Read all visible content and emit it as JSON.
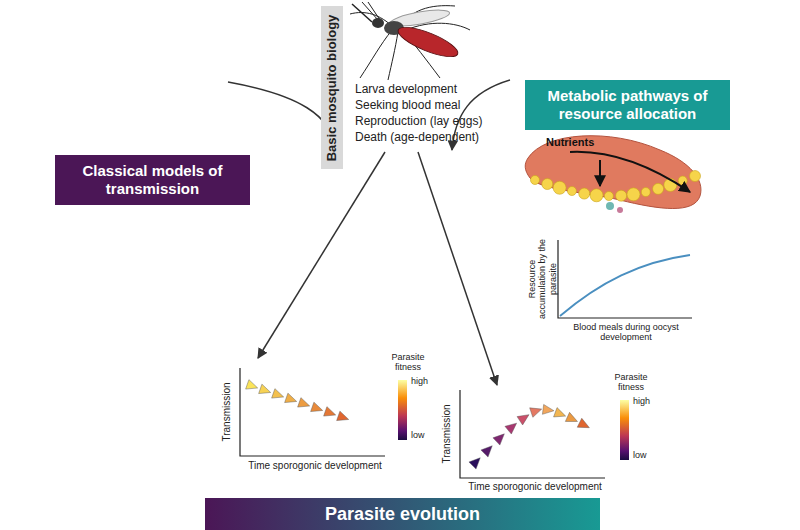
{
  "diagram": {
    "nodes": [
      {
        "text": [
          "Basic mosquito biology"
        ]
      },
      {
        "text": [
          "Classical models of transmission"
        ]
      },
      {
        "text": [
          "Metabolic pathways of resource allocation"
        ]
      },
      {
        "text": [
          "Parasite evolution"
        ]
      }
    ],
    "labels": [
      "Larva development",
      "Seeking blood meal",
      "Reproduction (lay eggs)",
      "Death (age-dependent)",
      "Nutrients",
      "Resource accumulation by the parasite",
      "Blood meals during oocyst development",
      "Transmission",
      "Time sporogonic development",
      "Parasite fitness",
      "high",
      "low",
      "Transmission",
      "Time sporogonic development",
      "Parasite fitness",
      "high",
      "low"
    ]
  }
}
